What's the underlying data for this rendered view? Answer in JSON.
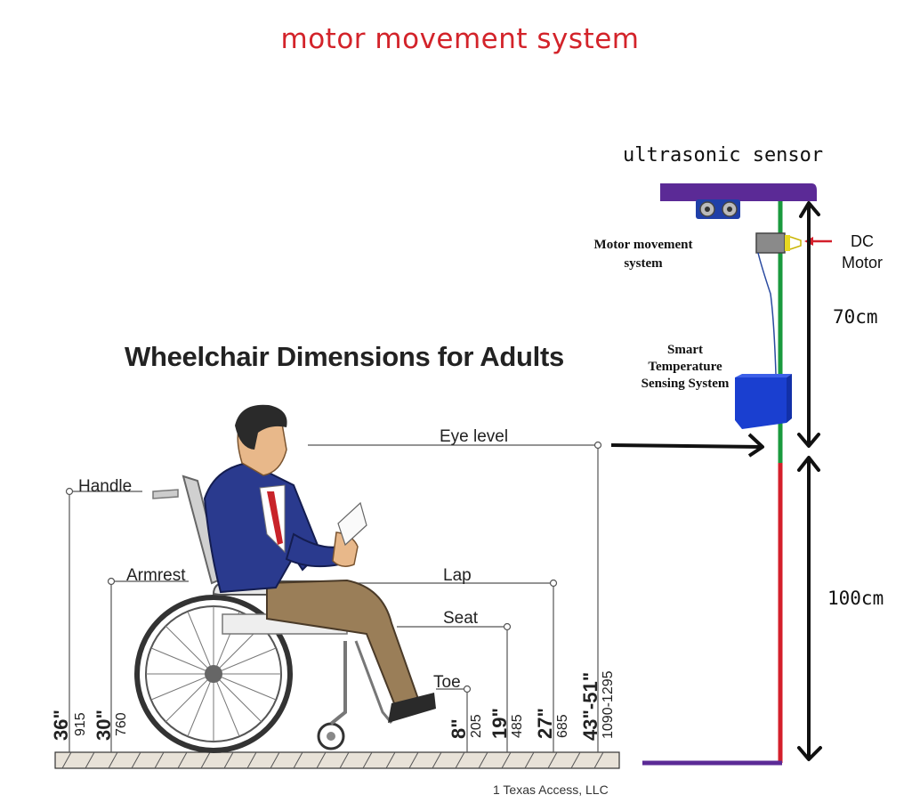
{
  "title": "motor movement system",
  "wheelchair_title": "Wheelchair Dimensions for Adults",
  "labels": {
    "ultrasonic_sensor": "ultrasonic sensor",
    "dc_motor": [
      "DC",
      "Motor"
    ],
    "motor_movement_system": [
      "Motor movement",
      "system"
    ],
    "smart_temperature": [
      "Smart",
      "Temperature",
      "Sensing System"
    ],
    "distance_upper": "70cm",
    "distance_lower": "100cm"
  },
  "dimensions": {
    "eye_level": "Eye level",
    "handle": "Handle",
    "armrest": "Armrest",
    "lap": "Lap",
    "seat": "Seat",
    "toe": "Toe"
  },
  "measurements": [
    {
      "imperial": "36\"",
      "metric": "915"
    },
    {
      "imperial": "30\"",
      "metric": "760"
    },
    {
      "imperial": "8\"",
      "metric": "205"
    },
    {
      "imperial": "19\"",
      "metric": "485"
    },
    {
      "imperial": "27\"",
      "metric": "685"
    },
    {
      "imperial": "43\"-51\"",
      "metric": "1090-1295"
    }
  ],
  "credit": "1 Texas Access, LLC",
  "colors": {
    "title": "#d3232a",
    "pole_green": "#1a9a3e",
    "pole_red": "#d41f2b",
    "bar_purple": "#5b2a96",
    "box_blue": "#1a3fd0"
  }
}
